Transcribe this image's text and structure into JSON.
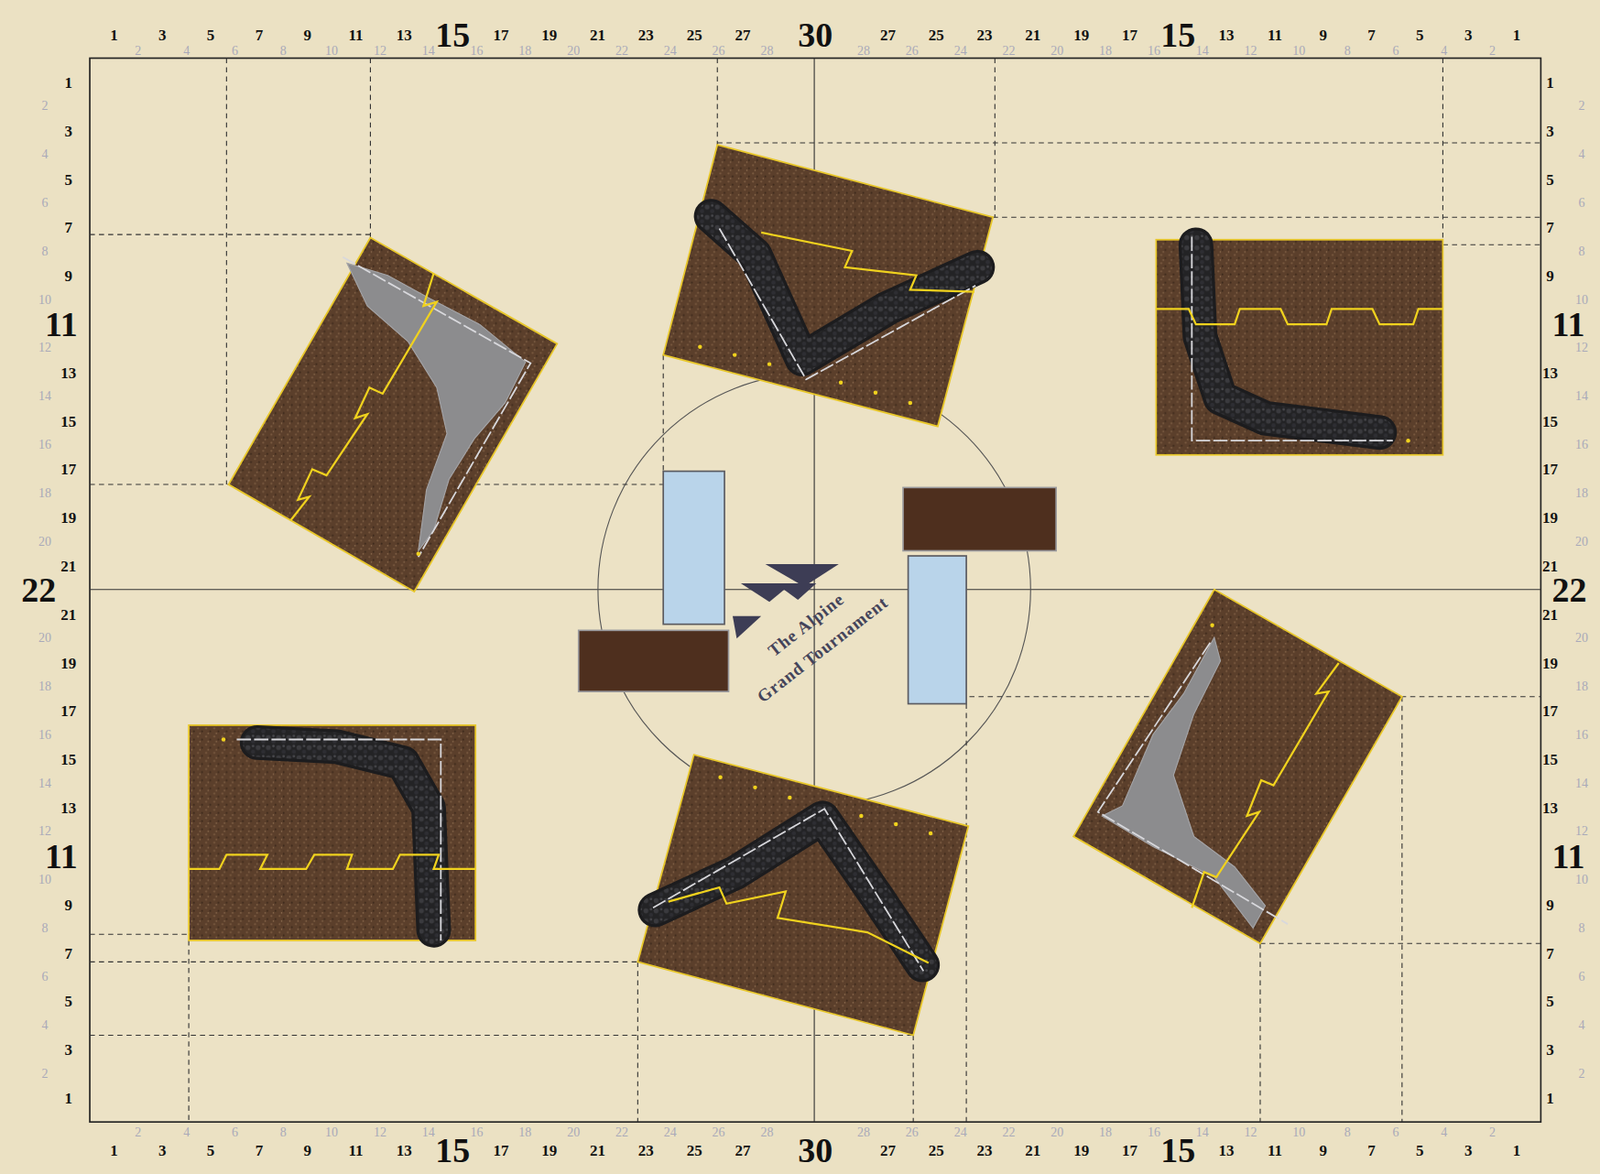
{
  "diagram": {
    "labels": [
      "1",
      "3",
      "5",
      "7",
      "9",
      "11",
      "13",
      "15",
      "17",
      "19",
      "21",
      "23",
      "25",
      "27",
      "30",
      "27",
      "25",
      "23",
      "21",
      "19",
      "17",
      "15",
      "13",
      "11",
      "9",
      "7",
      "5",
      "3",
      "1",
      "2",
      "4",
      "6",
      "8",
      "10",
      "12",
      "14",
      "16",
      "18",
      "20",
      "22",
      "24",
      "26",
      "28",
      "28",
      "26",
      "24",
      "22",
      "20",
      "18",
      "16",
      "14",
      "12",
      "10",
      "8",
      "6",
      "4",
      "2",
      "1",
      "3",
      "5",
      "7",
      "9",
      "11",
      "13",
      "15",
      "17",
      "19",
      "21",
      "23",
      "25",
      "27",
      "30",
      "27",
      "25",
      "23",
      "21",
      "19",
      "17",
      "15",
      "13",
      "11",
      "9",
      "7",
      "5",
      "3",
      "1",
      "2",
      "4",
      "6",
      "8",
      "10",
      "12",
      "14",
      "16",
      "18",
      "20",
      "22",
      "24",
      "26",
      "28",
      "28",
      "26",
      "24",
      "22",
      "20",
      "18",
      "16",
      "14",
      "12",
      "10",
      "8",
      "6",
      "4",
      "2",
      "1",
      "3",
      "5",
      "7",
      "9",
      "11",
      "13",
      "15",
      "17",
      "19",
      "21",
      "22",
      "21",
      "19",
      "17",
      "15",
      "13",
      "11",
      "9",
      "7",
      "5",
      "3",
      "1",
      "2",
      "4",
      "6",
      "8",
      "10",
      "12",
      "14",
      "16",
      "18",
      "20",
      "20",
      "18",
      "16",
      "14",
      "12",
      "10",
      "8",
      "6",
      "4",
      "2",
      "1",
      "3",
      "5",
      "7",
      "9",
      "11",
      "13",
      "15",
      "17",
      "19",
      "21",
      "22",
      "21",
      "19",
      "17",
      "15",
      "13",
      "11",
      "9",
      "7",
      "5",
      "3",
      "1",
      "2",
      "4",
      "6",
      "8",
      "10",
      "12",
      "14",
      "16",
      "18",
      "20",
      "20",
      "18",
      "16",
      "14",
      "12",
      "10",
      "8",
      "6",
      "4",
      "2",
      "The Alpine",
      "Grand Tournament"
    ]
  }
}
